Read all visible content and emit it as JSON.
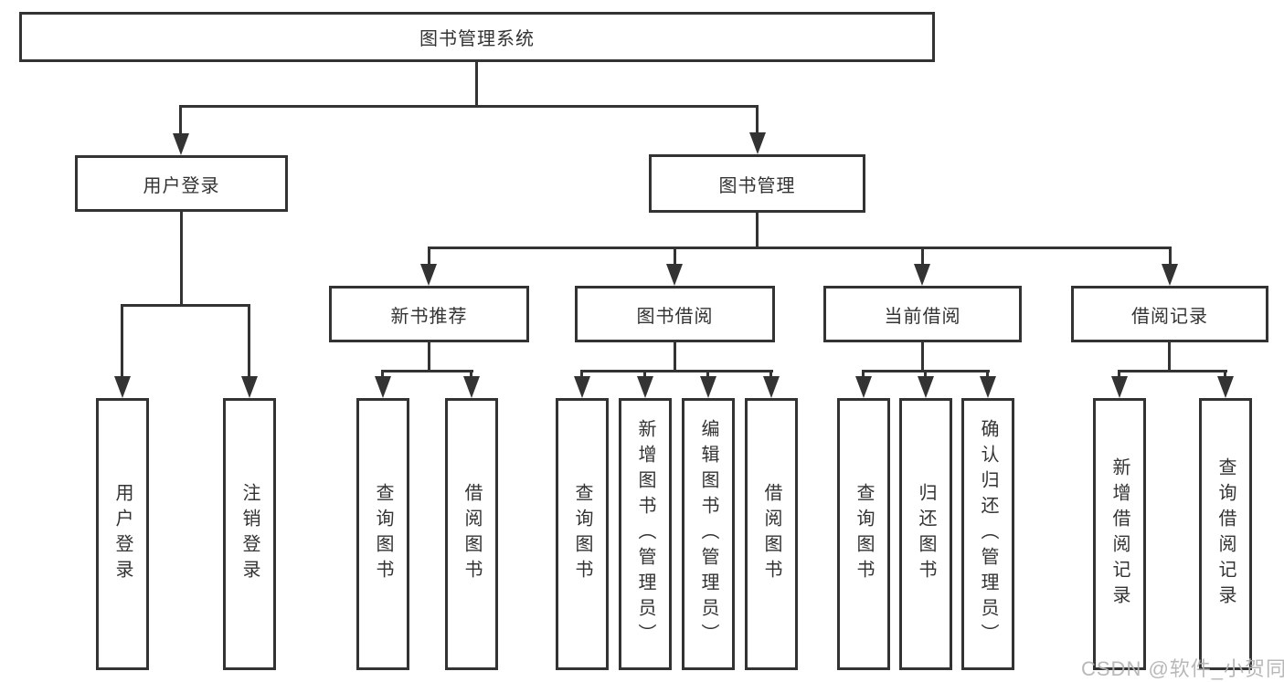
{
  "diagram": {
    "type": "tree",
    "root": {
      "label": "图书管理系统",
      "children": [
        {
          "label": "用户登录",
          "children": [
            {
              "label": "用户登录"
            },
            {
              "label": "注销登录"
            }
          ]
        },
        {
          "label": "图书管理",
          "children": [
            {
              "label": "新书推荐",
              "children": [
                {
                  "label": "查询图书"
                },
                {
                  "label": "借阅图书"
                }
              ]
            },
            {
              "label": "图书借阅",
              "children": [
                {
                  "label": "查询图书"
                },
                {
                  "label": "新增图书（管理员）"
                },
                {
                  "label": "编辑图书（管理员）"
                },
                {
                  "label": "借阅图书"
                }
              ]
            },
            {
              "label": "当前借阅",
              "children": [
                {
                  "label": "查询图书"
                },
                {
                  "label": "归还图书"
                },
                {
                  "label": "确认归还（管理员）"
                }
              ]
            },
            {
              "label": "借阅记录",
              "children": [
                {
                  "label": "新增借阅记录"
                },
                {
                  "label": "查询借阅记录"
                }
              ]
            }
          ]
        }
      ]
    }
  },
  "watermark": {
    "text": "CSDN @软件_小贺同学"
  },
  "colors": {
    "line": "#333333",
    "text": "#333333",
    "box_fill": "#ffffff",
    "background": "#ffffff",
    "watermark": "#b3b3b3"
  }
}
